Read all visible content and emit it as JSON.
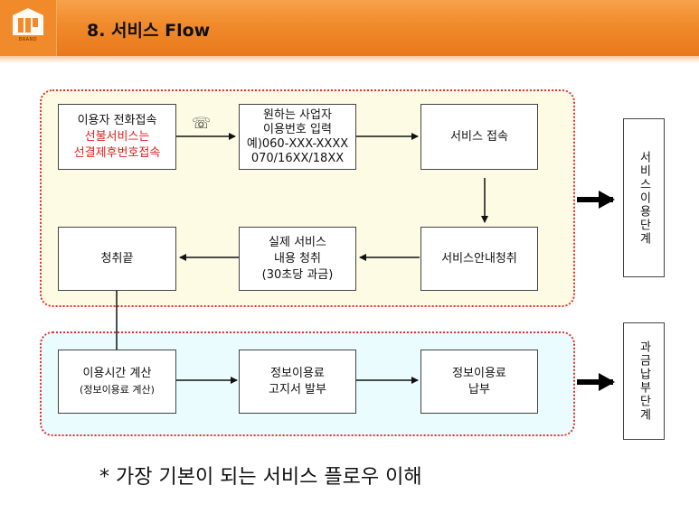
{
  "header": {
    "title": "8. 서비스 Flow",
    "logo_text": "BRAND"
  },
  "stages": {
    "usage": "서비스이용단계",
    "billing": "과금납부단계"
  },
  "boxes": {
    "call_access": {
      "line1": "이용자 전화접속",
      "line2": "선불서비스는",
      "line3": "선결제후번호접속"
    },
    "number_input": {
      "line1": "원하는 사업자",
      "line2": "이용번호 입력",
      "line3": "예)060-XXX-XXXX",
      "line4": "070/16XX/18XX"
    },
    "service_access": {
      "line1": "서비스 접속"
    },
    "service_guide": {
      "line1": "서비스안내청취"
    },
    "actual_service": {
      "line1": "실제 서비스",
      "line2": "내용 청취",
      "line3": "(30초당 과금)"
    },
    "listening_end": {
      "line1": "청취끝"
    },
    "usage_time": {
      "line1": "이용시간 계산",
      "line2": "(정보이용료 계산)"
    },
    "fee_notice": {
      "line1": "정보이용료",
      "line2": "고지서 발부"
    },
    "fee_payment": {
      "line1": "정보이용료",
      "line2": "납부"
    }
  },
  "icons": {
    "phone": "phone-icon",
    "phone_glyph": "☏"
  },
  "footnote": "* 가장 기본이 되는 서비스 플로우 이해",
  "colors": {
    "header_orange": "#f08a2a",
    "panel_border": "#e23030",
    "usage_panel_bg": "#fdfbe4",
    "billing_panel_bg": "#eafcfd",
    "highlight_text": "#e02020"
  }
}
